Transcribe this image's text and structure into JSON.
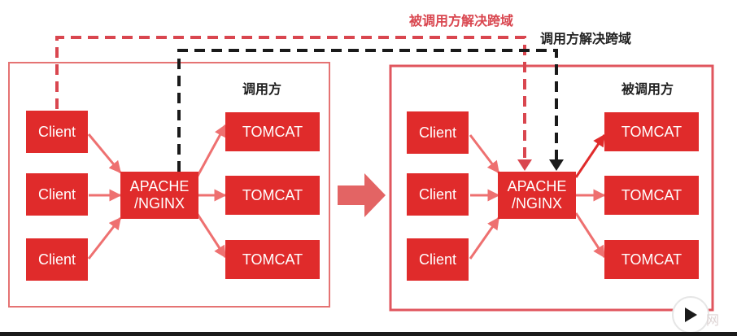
{
  "colors": {
    "accent": "#e02b2b",
    "panel_left_border": "#e57373",
    "panel_right_border": "#e0565e",
    "arrow": "#ee7070",
    "arrow_strong": "#e02b2b",
    "dashed_red": "#d9464f",
    "dashed_black": "#1a1a1a",
    "big_arrow": "#e36464"
  },
  "diagram": {
    "left_panel": {
      "title": "调用方",
      "clients": [
        "Client",
        "Client",
        "Client"
      ],
      "proxy": "APACHE\n/NGINX",
      "servers": [
        "TOMCAT",
        "TOMCAT",
        "TOMCAT"
      ]
    },
    "right_panel": {
      "title": "被调用方",
      "clients": [
        "Client",
        "Client",
        "Client"
      ],
      "proxy": "APACHE\n/NGINX",
      "servers": [
        "TOMCAT",
        "TOMCAT",
        "TOMCAT"
      ]
    },
    "callee_solution_label": "被调用方解决跨域",
    "caller_solution_label": "调用方解决跨域"
  },
  "player": {
    "play_icon": "play-icon",
    "watermark": "网"
  }
}
